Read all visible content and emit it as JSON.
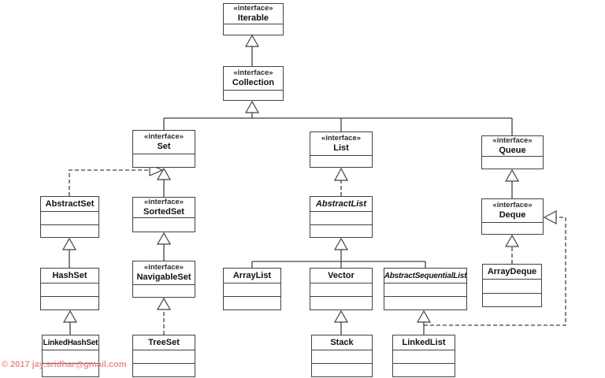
{
  "diagram": {
    "watermark": "© 2017 jay.sridhar@gmail.com",
    "colors": {
      "line": "#424242",
      "watermark": "#ef8d8d",
      "background": "#ffffff"
    },
    "nodes": {
      "iterable": {
        "stereotype": "«interface»",
        "name": "Iterable"
      },
      "collection": {
        "stereotype": "«interface»",
        "name": "Collection"
      },
      "set": {
        "stereotype": "«interface»",
        "name": "Set"
      },
      "list": {
        "stereotype": "«interface»",
        "name": "List"
      },
      "queue": {
        "stereotype": "«interface»",
        "name": "Queue"
      },
      "abstractset": {
        "name": "AbstractSet"
      },
      "sortedset": {
        "stereotype": "«interface»",
        "name": "SortedSet"
      },
      "abstractlist": {
        "name": "AbstractList"
      },
      "deque": {
        "stereotype": "«interface»",
        "name": "Deque"
      },
      "hashset": {
        "name": "HashSet"
      },
      "navigableset": {
        "stereotype": "«interface»",
        "name": "NavigableSet"
      },
      "arraylist": {
        "name": "ArrayList"
      },
      "vector": {
        "name": "Vector"
      },
      "abstractsequentiallist": {
        "name": "AbstractSequentialList"
      },
      "arraydeque": {
        "name": "ArrayDeque"
      },
      "linkedhashset": {
        "name": "LinkedHashSet"
      },
      "treeset": {
        "name": "TreeSet"
      },
      "stack": {
        "name": "Stack"
      },
      "linkedlist": {
        "name": "LinkedList"
      }
    },
    "edges": [
      {
        "from": "Collection",
        "to": "Iterable",
        "kind": "extends",
        "line": "solid"
      },
      {
        "from": "Set",
        "to": "Collection",
        "kind": "extends",
        "line": "solid"
      },
      {
        "from": "List",
        "to": "Collection",
        "kind": "extends",
        "line": "solid"
      },
      {
        "from": "Queue",
        "to": "Collection",
        "kind": "extends",
        "line": "solid"
      },
      {
        "from": "AbstractSet",
        "to": "Set",
        "kind": "implements",
        "line": "dashed"
      },
      {
        "from": "SortedSet",
        "to": "Set",
        "kind": "extends",
        "line": "solid"
      },
      {
        "from": "AbstractList",
        "to": "List",
        "kind": "implements",
        "line": "dashed"
      },
      {
        "from": "Deque",
        "to": "Queue",
        "kind": "extends",
        "line": "solid"
      },
      {
        "from": "HashSet",
        "to": "AbstractSet",
        "kind": "extends",
        "line": "solid"
      },
      {
        "from": "NavigableSet",
        "to": "SortedSet",
        "kind": "extends",
        "line": "solid"
      },
      {
        "from": "ArrayList",
        "to": "AbstractList",
        "kind": "extends",
        "line": "solid"
      },
      {
        "from": "Vector",
        "to": "AbstractList",
        "kind": "extends",
        "line": "solid"
      },
      {
        "from": "AbstractSequentialList",
        "to": "AbstractList",
        "kind": "extends",
        "line": "solid"
      },
      {
        "from": "ArrayDeque",
        "to": "Deque",
        "kind": "implements",
        "line": "dashed"
      },
      {
        "from": "LinkedHashSet",
        "to": "HashSet",
        "kind": "extends",
        "line": "solid"
      },
      {
        "from": "TreeSet",
        "to": "NavigableSet",
        "kind": "implements",
        "line": "dashed"
      },
      {
        "from": "Stack",
        "to": "Vector",
        "kind": "extends",
        "line": "solid"
      },
      {
        "from": "LinkedList",
        "to": "AbstractSequentialList",
        "kind": "extends",
        "line": "solid"
      },
      {
        "from": "LinkedList",
        "to": "Deque",
        "kind": "implements",
        "line": "dashed"
      }
    ]
  }
}
